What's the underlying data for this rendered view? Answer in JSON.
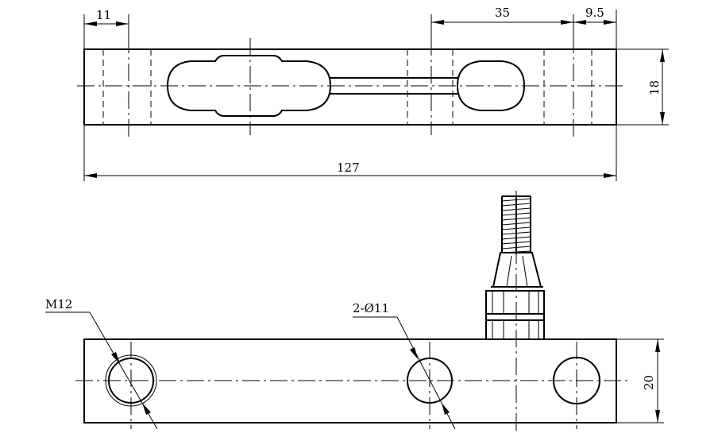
{
  "drawing": {
    "top_view": {
      "dims": {
        "left_offset": "11",
        "center_to_right": "35",
        "right_offset": "9.5",
        "height": "18",
        "total_length": "127"
      }
    },
    "side_view": {
      "labels": {
        "thread": "M12",
        "holes": "2-Ø11",
        "height": "20"
      }
    }
  }
}
